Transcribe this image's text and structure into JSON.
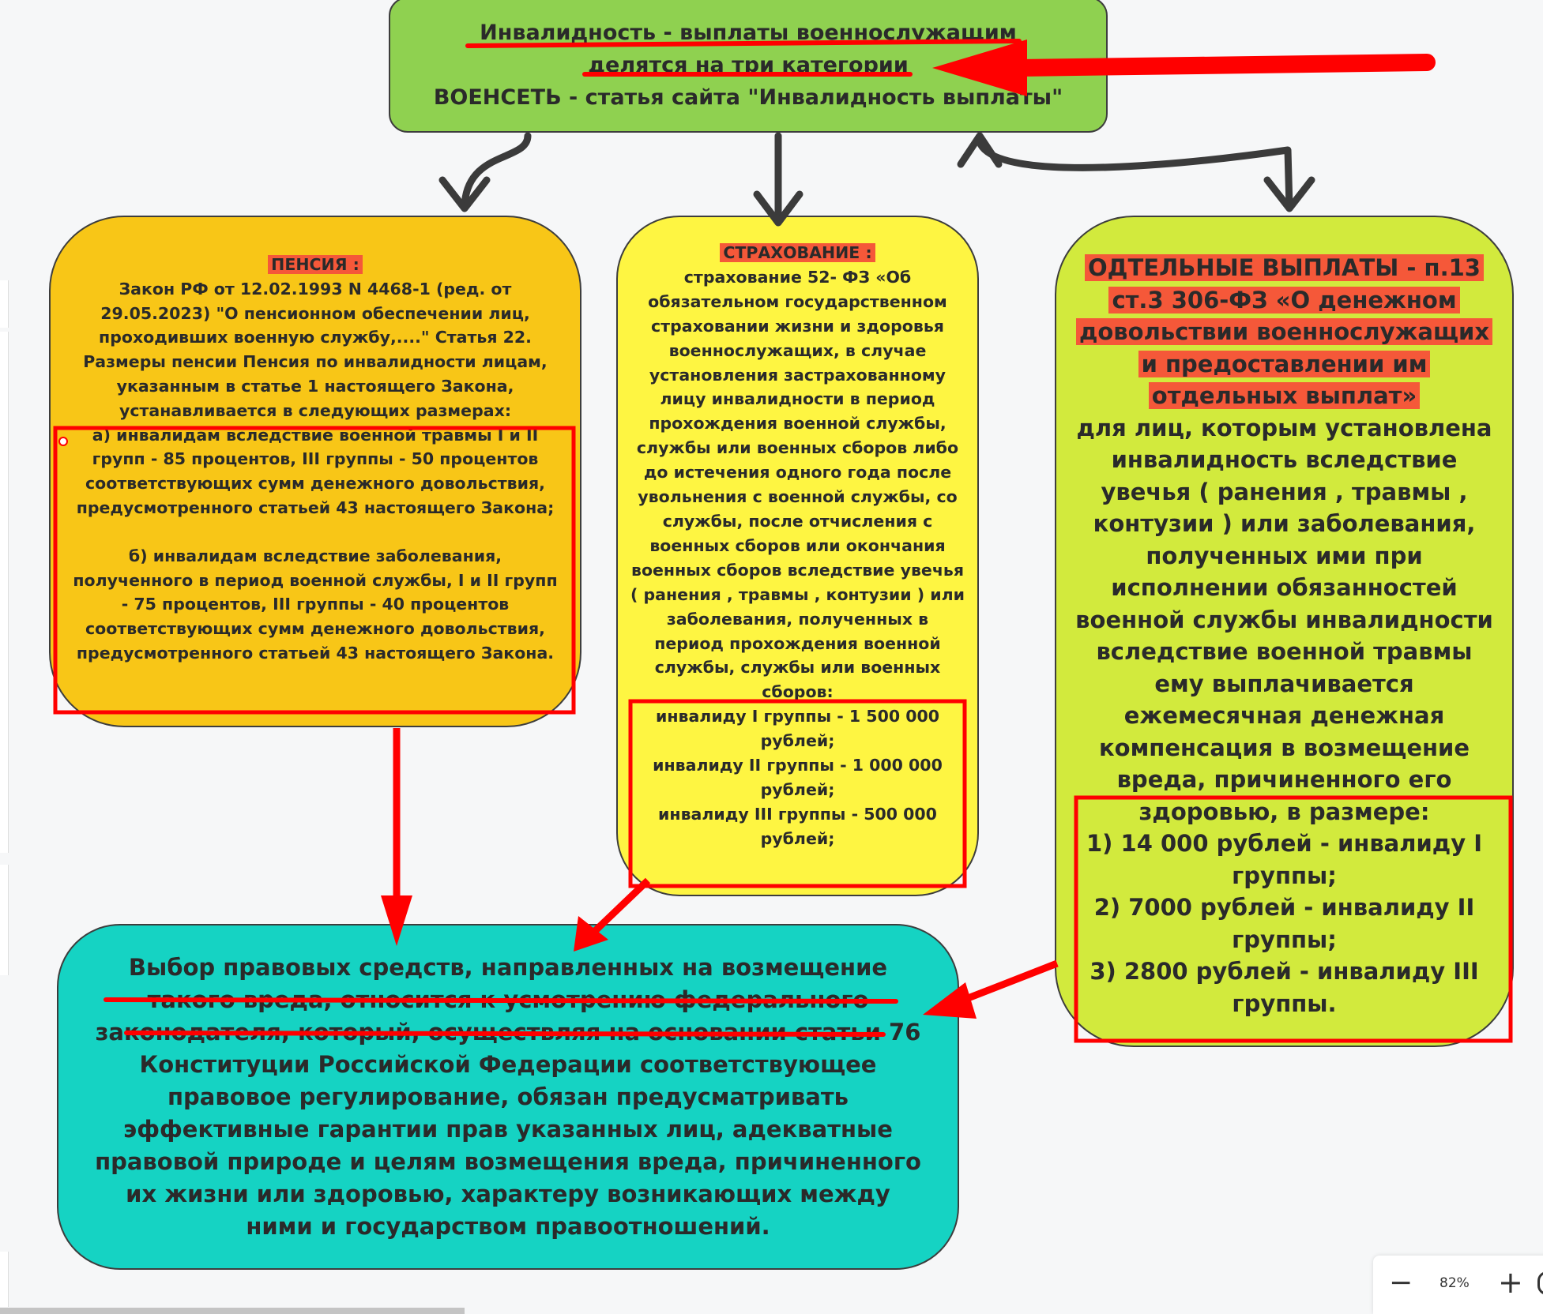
{
  "top": {
    "line1": "Инвалидность - выплаты военнослужащим",
    "line2": "делятся на три категории",
    "line3": "ВОЕНСЕТЬ - статья сайта \"Инвалидность выплаты\""
  },
  "pension": {
    "title": "ПЕНСИЯ :",
    "intro": "Закон РФ от 12.02.1993 N 4468-1 (ред. от 29.05.2023) \"О пенсионном обеспечении лиц, проходивших военную службу,....\" Статья 22. Размеры пенсии Пенсия по инвалидности лицам, указанным в статье 1 настоящего Закона, устанавливается в следующих размерах:",
    "item_a": "а) инвалидам вследствие военной травмы I и II групп - 85 процентов, III группы - 50 процентов соответствующих сумм денежного довольствия, предусмотренного статьей 43 настоящего Закона;",
    "item_b": "б) инвалидам вследствие заболевания, полученного в период военной службы, I и II групп - 75 процентов, III группы - 40 процентов соответствующих сумм денежного довольствия, предусмотренного статьей 43 настоящего Закона."
  },
  "insurance": {
    "title": "СТРАХОВАНИЕ :",
    "body": "страхование 52- ФЗ «Об обязательном государственном страховании жизни и здоровья военнослужащих, в случае установления застрахованному лицу инвалидности в период прохождения военной службы, службы или военных сборов либо до истечения одного года после увольнения с военной службы, со службы, после отчисления с военных сборов или окончания военных сборов вследствие увечья ( ранения , травмы , контузии ) или заболевания, полученных в период прохождения военной службы, службы или военных сборов:",
    "group1": "инвалиду I группы - 1 500 000 рублей;",
    "group2": "инвалиду II группы - 1 000 000 рублей;",
    "group3": "инвалиду III группы - 500 000 рублей;"
  },
  "separate": {
    "title": "ОДТЕЛЬНЫЕ ВЫПЛАТЫ - п.13 ст.3 306-ФЗ «О денежном довольствии военнослужащих и предоставлении им отдельных выплат»",
    "body": "для лиц, которым установлена инвалидность вследствие увечья ( ранения , травмы , контузии ) или заболевания, полученных ими при исполнении обязанностей военной службы инвалидности вследствие военной травмы ему выплачивается ежемесячная денежная компенсация в возмещение вреда, причиненного его здоровью, в размере:",
    "item1": "1) 14 000 рублей - инвалиду I группы;",
    "item2": "2) 7000 рублей - инвалиду II группы;",
    "item3": "3) 2800 рублей - инвалиду III группы."
  },
  "result": {
    "underlined": "Выбор правовых средств, направленных на возмещение такого вреда, относится к усмотрению федерального законодателя,",
    "rest": "который, осуществляя на основании статьи 76 Конституции Российской Федерации соответствующее правовое регулирование, обязан предусматривать эффективные гарантии прав указанных лиц, адекватные правовой природе и целям возмещения вреда, причиненного их жизни или здоровью, характеру возникающих между ними и государством правоотношений."
  },
  "zoom": {
    "minus": "−",
    "level": "82%",
    "plus": "+"
  },
  "colors": {
    "top": "#8fd150",
    "pension": "#f8c617",
    "insurance": "#fef542",
    "separate": "#d2ea3d",
    "result": "#15d3c3",
    "highlight": "#f55839",
    "annotation": "#ff0000"
  }
}
